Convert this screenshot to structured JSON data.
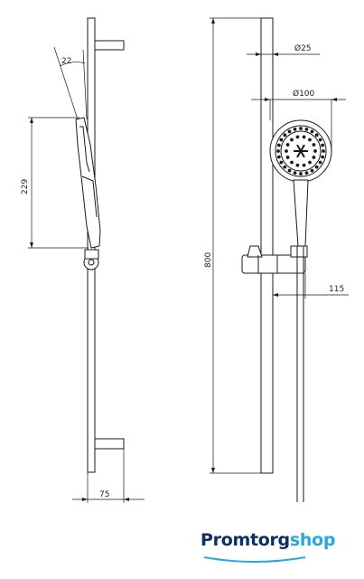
{
  "dimensions": {
    "angle": "22",
    "head_height": "229",
    "rail_length": "800",
    "bracket_depth": "75",
    "rail_diameter": "Ø25",
    "head_diameter": "Ø100",
    "slider_depth": "115"
  },
  "brand": {
    "part1": "Promtorg",
    "part2": "shop",
    "color_dark": "#0c2f6b",
    "color_light": "#27a7e7"
  },
  "line_color": "#1a1a1a"
}
